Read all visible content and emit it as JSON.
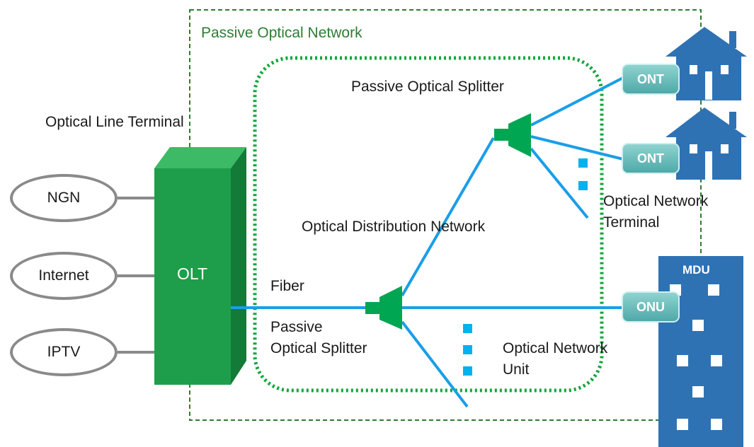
{
  "title": "Passive Optical Network",
  "labels": {
    "olt_caption": "Optical Line Terminal",
    "olt": "OLT",
    "splitter_top": "Passive Optical Splitter",
    "splitter_bottom_1": "Passive",
    "splitter_bottom_2": "Optical Splitter",
    "odn": "Optical Distribution Network",
    "fiber": "Fiber",
    "ont_caption_1": "Optical Network",
    "ont_caption_2": "Terminal",
    "onu_caption_1": "Optical Network",
    "onu_caption_2": "Unit",
    "mdu": "MDU"
  },
  "services": [
    "NGN",
    "Internet",
    "IPTV"
  ],
  "terminals": {
    "ont_1": "ONT",
    "ont_2": "ONT",
    "onu": "ONU"
  },
  "colors": {
    "fiber": "#1a9ee8",
    "splitter": "#00a651",
    "olt": "#1e9e4a",
    "house": "#2f72b4",
    "dot": "#00b2ee",
    "pon_border": "#2e7d32",
    "odn_border": "#12a53c"
  }
}
